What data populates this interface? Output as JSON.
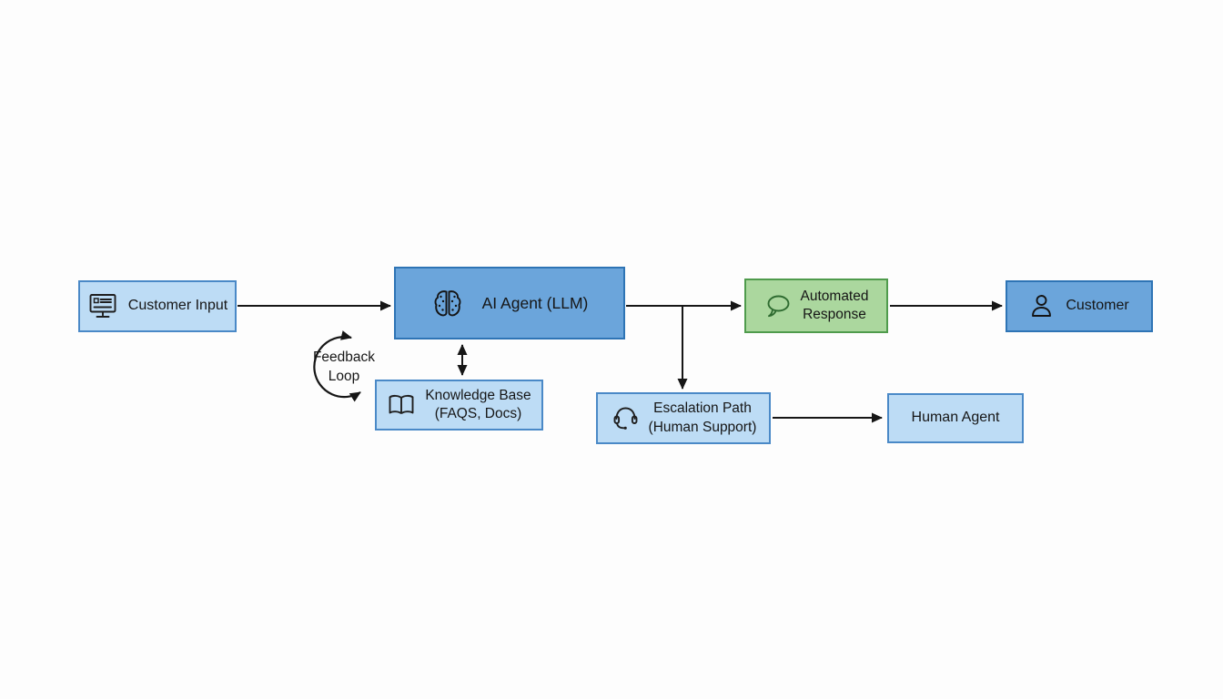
{
  "diagram": {
    "description": "Flowchart of an AI customer-support agent",
    "nodes": [
      {
        "id": "customer-input",
        "lines": [
          "Customer Input"
        ],
        "icon": "monitor-list-icon",
        "variant": "light-blue"
      },
      {
        "id": "ai-agent",
        "lines": [
          "AI Agent (LLM)"
        ],
        "icon": "brain-icon",
        "variant": "blue"
      },
      {
        "id": "knowledge-base",
        "lines": [
          "Knowledge Base",
          "(FAQS, Docs)"
        ],
        "icon": "book-icon",
        "variant": "light-blue"
      },
      {
        "id": "automated-response",
        "lines": [
          "Automated",
          "Response"
        ],
        "icon": "speech-bubble-icon",
        "variant": "green"
      },
      {
        "id": "customer",
        "lines": [
          "Customer"
        ],
        "icon": "person-icon",
        "variant": "blue"
      },
      {
        "id": "escalation-path",
        "lines": [
          "Escalation Path",
          "(Human Support)"
        ],
        "icon": "headset-icon",
        "variant": "light-blue"
      },
      {
        "id": "human-agent",
        "lines": [
          "Human Agent"
        ],
        "icon": null,
        "variant": "light-blue"
      }
    ],
    "edges": [
      {
        "from": "customer-input",
        "to": "ai-agent",
        "type": "arrow"
      },
      {
        "from": "ai-agent",
        "to": "automated-response",
        "type": "arrow"
      },
      {
        "from": "ai-agent",
        "to": "escalation-path",
        "type": "arrow"
      },
      {
        "from": "automated-response",
        "to": "customer",
        "type": "arrow"
      },
      {
        "from": "ai-agent",
        "to": "knowledge-base",
        "type": "double-arrow"
      },
      {
        "from": "escalation-path",
        "to": "human-agent",
        "type": "arrow"
      },
      {
        "between": [
          "ai-agent",
          "knowledge-base"
        ],
        "type": "feedback-loop",
        "label": "Feedback Loop"
      }
    ],
    "annotations": {
      "feedback_loop": {
        "lines": [
          "Feedback",
          "Loop"
        ]
      }
    },
    "colors": {
      "background": "#fdfdfd",
      "light_blue_fill": "#bddcf5",
      "light_blue_border": "#4a89c7",
      "blue_fill": "#6ba5db",
      "blue_border": "#2e74b5",
      "green_fill": "#abd79e",
      "green_border": "#4f9b4c",
      "green_icon": "#2e6b30",
      "arrow": "#161616",
      "text": "#161616"
    }
  }
}
